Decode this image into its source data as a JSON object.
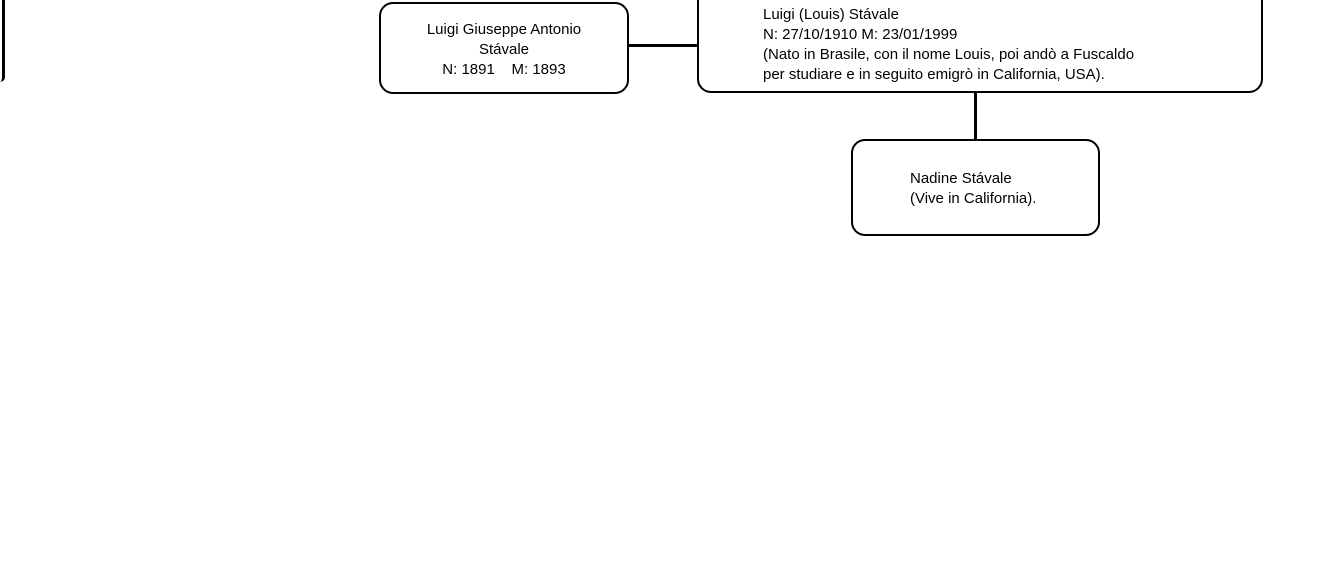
{
  "diagram": {
    "title": "Stávale family tree fragment",
    "accent_color": "#000000",
    "background_color": "#ffffff"
  },
  "nodes": {
    "luigi_giuseppe": {
      "name": "luigi-giuseppe-antonio-stavale",
      "lines": [
        "Luigi Giuseppe Antonio",
        "Stávale",
        "N: 1891    M: 1893"
      ]
    },
    "luigi_louis": {
      "name": "luigi-louis-stavale",
      "lines": [
        "Luigi (Louis) Stávale",
        "N: 27/10/1910 M: 23/01/1999",
        "(Nato in Brasile, con il nome Louis, poi andò a Fuscaldo",
        "per studiare e in seguito emigrò in California, USA)."
      ]
    },
    "nadine": {
      "name": "nadine-stavale",
      "lines": [
        "Nadine Stávale",
        "(Vive in California)."
      ]
    }
  },
  "connectors": {
    "spouse_label": "spouse-link-luigi-giuseppe-to-luigi-louis",
    "child_label": "child-link-luigi-louis-to-nadine"
  }
}
